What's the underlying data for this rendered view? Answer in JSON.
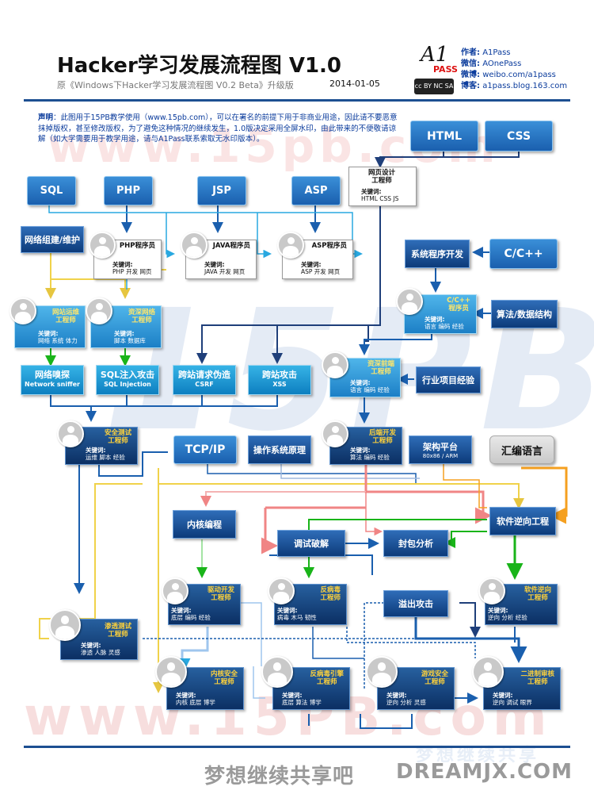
{
  "header": {
    "title": "Hacker学习发展流程图  V1.0",
    "subtitle": "原《Windows下Hacker学习发展流程图 V0.2 Beta》升级版",
    "date": "2014-01-05",
    "logo_a1": "A1",
    "logo_pass": "PASS",
    "cc_badge": "cc BY NC SA"
  },
  "author_info": [
    {
      "key": "作者:",
      "value": "A1Pass"
    },
    {
      "key": "微信:",
      "value": "AOnePass"
    },
    {
      "key": "微博:",
      "value": "weibo.com/a1pass"
    },
    {
      "key": "博客:",
      "value": "a1pass.blog.163.com"
    }
  ],
  "notice": {
    "label": "声明",
    "text": "：此图用于15PB教学使用（www.15pb.com），可以在署名的前提下用于非商业用途，因此请不要恶意抹掉版权，甚至修改版权，为了避免这种情况的继续发生，1.0版决定采用全屏水印，由此带来的不便敬请谅解（如大学需要用于教学用途，请与A1Pass联系索取无水印版本）。"
  },
  "watermarks": {
    "top": "www.15pb.com",
    "middle": "15PB",
    "bottom": "www.15PB.com",
    "footer": "梦想继续共享"
  },
  "footer": {
    "cn": "梦想继续共享吧",
    "en": "DREAMJX.COM"
  },
  "blue_nodes": {
    "html": "HTML",
    "css": "CSS",
    "sql": "SQL",
    "php": "PHP",
    "jsp": "JSP",
    "asp": "ASP",
    "cpp": "C/C++",
    "tcpip": "TCP/IP"
  },
  "navy_nodes": {
    "network": "网络组建/维护",
    "sysdev": "系统程序开发",
    "algo": "算法/数据结构",
    "industry": "行业项目经验",
    "os": "操作系统原理",
    "arch": "架构平台",
    "arch_sub": "80x86 / ARM",
    "kernel_prog": "内核编程",
    "debug": "调试破解",
    "packet": "封包分析",
    "overflow": "溢出攻击",
    "reverse_eng": "软件逆向工程"
  },
  "teal_nodes": {
    "sniffer": {
      "cn": "网络嗅探",
      "en": "Network sniffer"
    },
    "sqlinj": {
      "cn": "SQL注入攻击",
      "en": "SQL Injection"
    },
    "csrf": {
      "cn": "跨站请求伪造",
      "en": "CSRF"
    },
    "xss": {
      "cn": "跨站攻击",
      "en": "XSS"
    }
  },
  "asm_node": "汇编语言",
  "roles": {
    "web_designer": {
      "title": "网页设计\n工程师",
      "kw_label": "关键词:",
      "kw": "HTML CSS JS"
    },
    "php_prog": {
      "title": "PHP程序员",
      "kw_label": "关键词:",
      "kw": "PHP 开发 网页"
    },
    "java_prog": {
      "title": "JAVA程序员",
      "kw_label": "关键词:",
      "kw": "JAVA 开发 网页"
    },
    "asp_prog": {
      "title": "ASP程序员",
      "kw_label": "关键词:",
      "kw": "ASP 开发 网页"
    },
    "net_ops": {
      "title": "网站运维\n工程师",
      "kw_label": "关键词:",
      "kw": "网络 系统 体力"
    },
    "res_net": {
      "title": "资深网络\n工程师",
      "kw_label": "关键词:",
      "kw": "脚本 数据库"
    },
    "cpp_prog": {
      "title": "C/C++\n程序员",
      "kw_label": "关键词:",
      "kw": "语言 编码 经验"
    },
    "senior_front": {
      "title": "资深前端\n工程师",
      "kw_label": "关键词:",
      "kw": "语言 编码 经验"
    },
    "sec_test": {
      "title": "安全测试\n工程师",
      "kw_label": "关键词:",
      "kw": "运维 脚本 经验"
    },
    "backend": {
      "title": "后端开发\n工程师",
      "kw_label": "关键词:",
      "kw": "算法 编码 经验"
    },
    "driver": {
      "title": "驱动开发\n工程师",
      "kw_label": "关键词:",
      "kw": "底层 编码 经验"
    },
    "anti_virus": {
      "title": "反病毒\n工程师",
      "kw_label": "关键词:",
      "kw": "病毒 木马 韧性"
    },
    "sw_reverse": {
      "title": "软件逆向\n工程师",
      "kw_label": "关键词:",
      "kw": "逆向 分析 经验"
    },
    "pentest": {
      "title": "渗透测试\n工程师",
      "kw_label": "关键词:",
      "kw": "渗透 人脉 灵感"
    },
    "kernel_sec": {
      "title": "内核安全\n工程师",
      "kw_label": "关键词:",
      "kw": "内核 底层 博学"
    },
    "av_engine": {
      "title": "反病毒引擎\n工程师",
      "kw_label": "关键词:",
      "kw": "底层 算法 博学"
    },
    "game_sec": {
      "title": "游戏安全\n工程师",
      "kw_label": "关键词:",
      "kw": "逆向 分析 灵感"
    },
    "bin_audit": {
      "title": "二进制审核\n工程师",
      "kw_label": "关键词:",
      "kw": "逆向 调试 眼界"
    }
  },
  "colors": {
    "accent_navy": "#1d4f91",
    "arrow_blue": "#1a5fae",
    "arrow_cyan": "#29a8e0",
    "arrow_green": "#19b419",
    "arrow_yellow": "#f0d24a",
    "arrow_pink": "#f09090",
    "arrow_orange": "#f5a020"
  }
}
